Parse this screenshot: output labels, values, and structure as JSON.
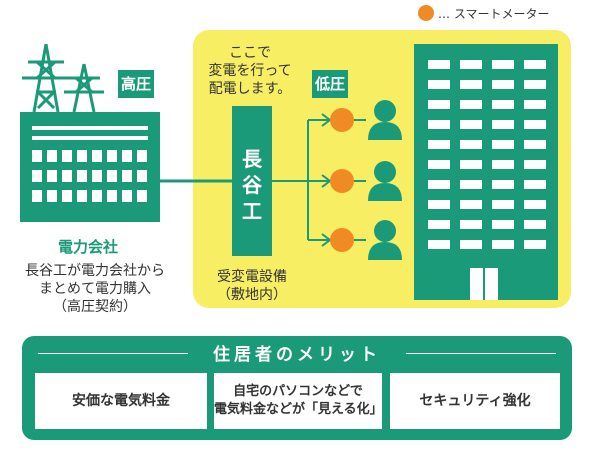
{
  "legend": {
    "label": "… スマートメーター",
    "dot_color": "#f08a24"
  },
  "colors": {
    "green": "#1a9a79",
    "yellow": "#f7ee63",
    "orange": "#f08a24",
    "window": "#ffffff"
  },
  "labels": {
    "high_voltage": "高圧",
    "low_voltage": "低圧",
    "transform_note": [
      "ここで",
      "変電を行って",
      "配電します。"
    ],
    "nagatanikou": "長谷工",
    "power_company": "電力会社",
    "company_note": [
      "長谷工が電力会社から",
      "まとめて電力購入",
      "（高圧契約）"
    ],
    "substation": [
      "受変電設備",
      "（敷地内）"
    ]
  },
  "benefits": {
    "title": "住居者のメリット",
    "items": [
      {
        "lines": [
          "安価な電気料金"
        ]
      },
      {
        "lines": [
          "自宅のパソコンなどで",
          "電気料金などが「見える化」"
        ]
      },
      {
        "lines": [
          "セキュリティ強化"
        ]
      }
    ]
  }
}
